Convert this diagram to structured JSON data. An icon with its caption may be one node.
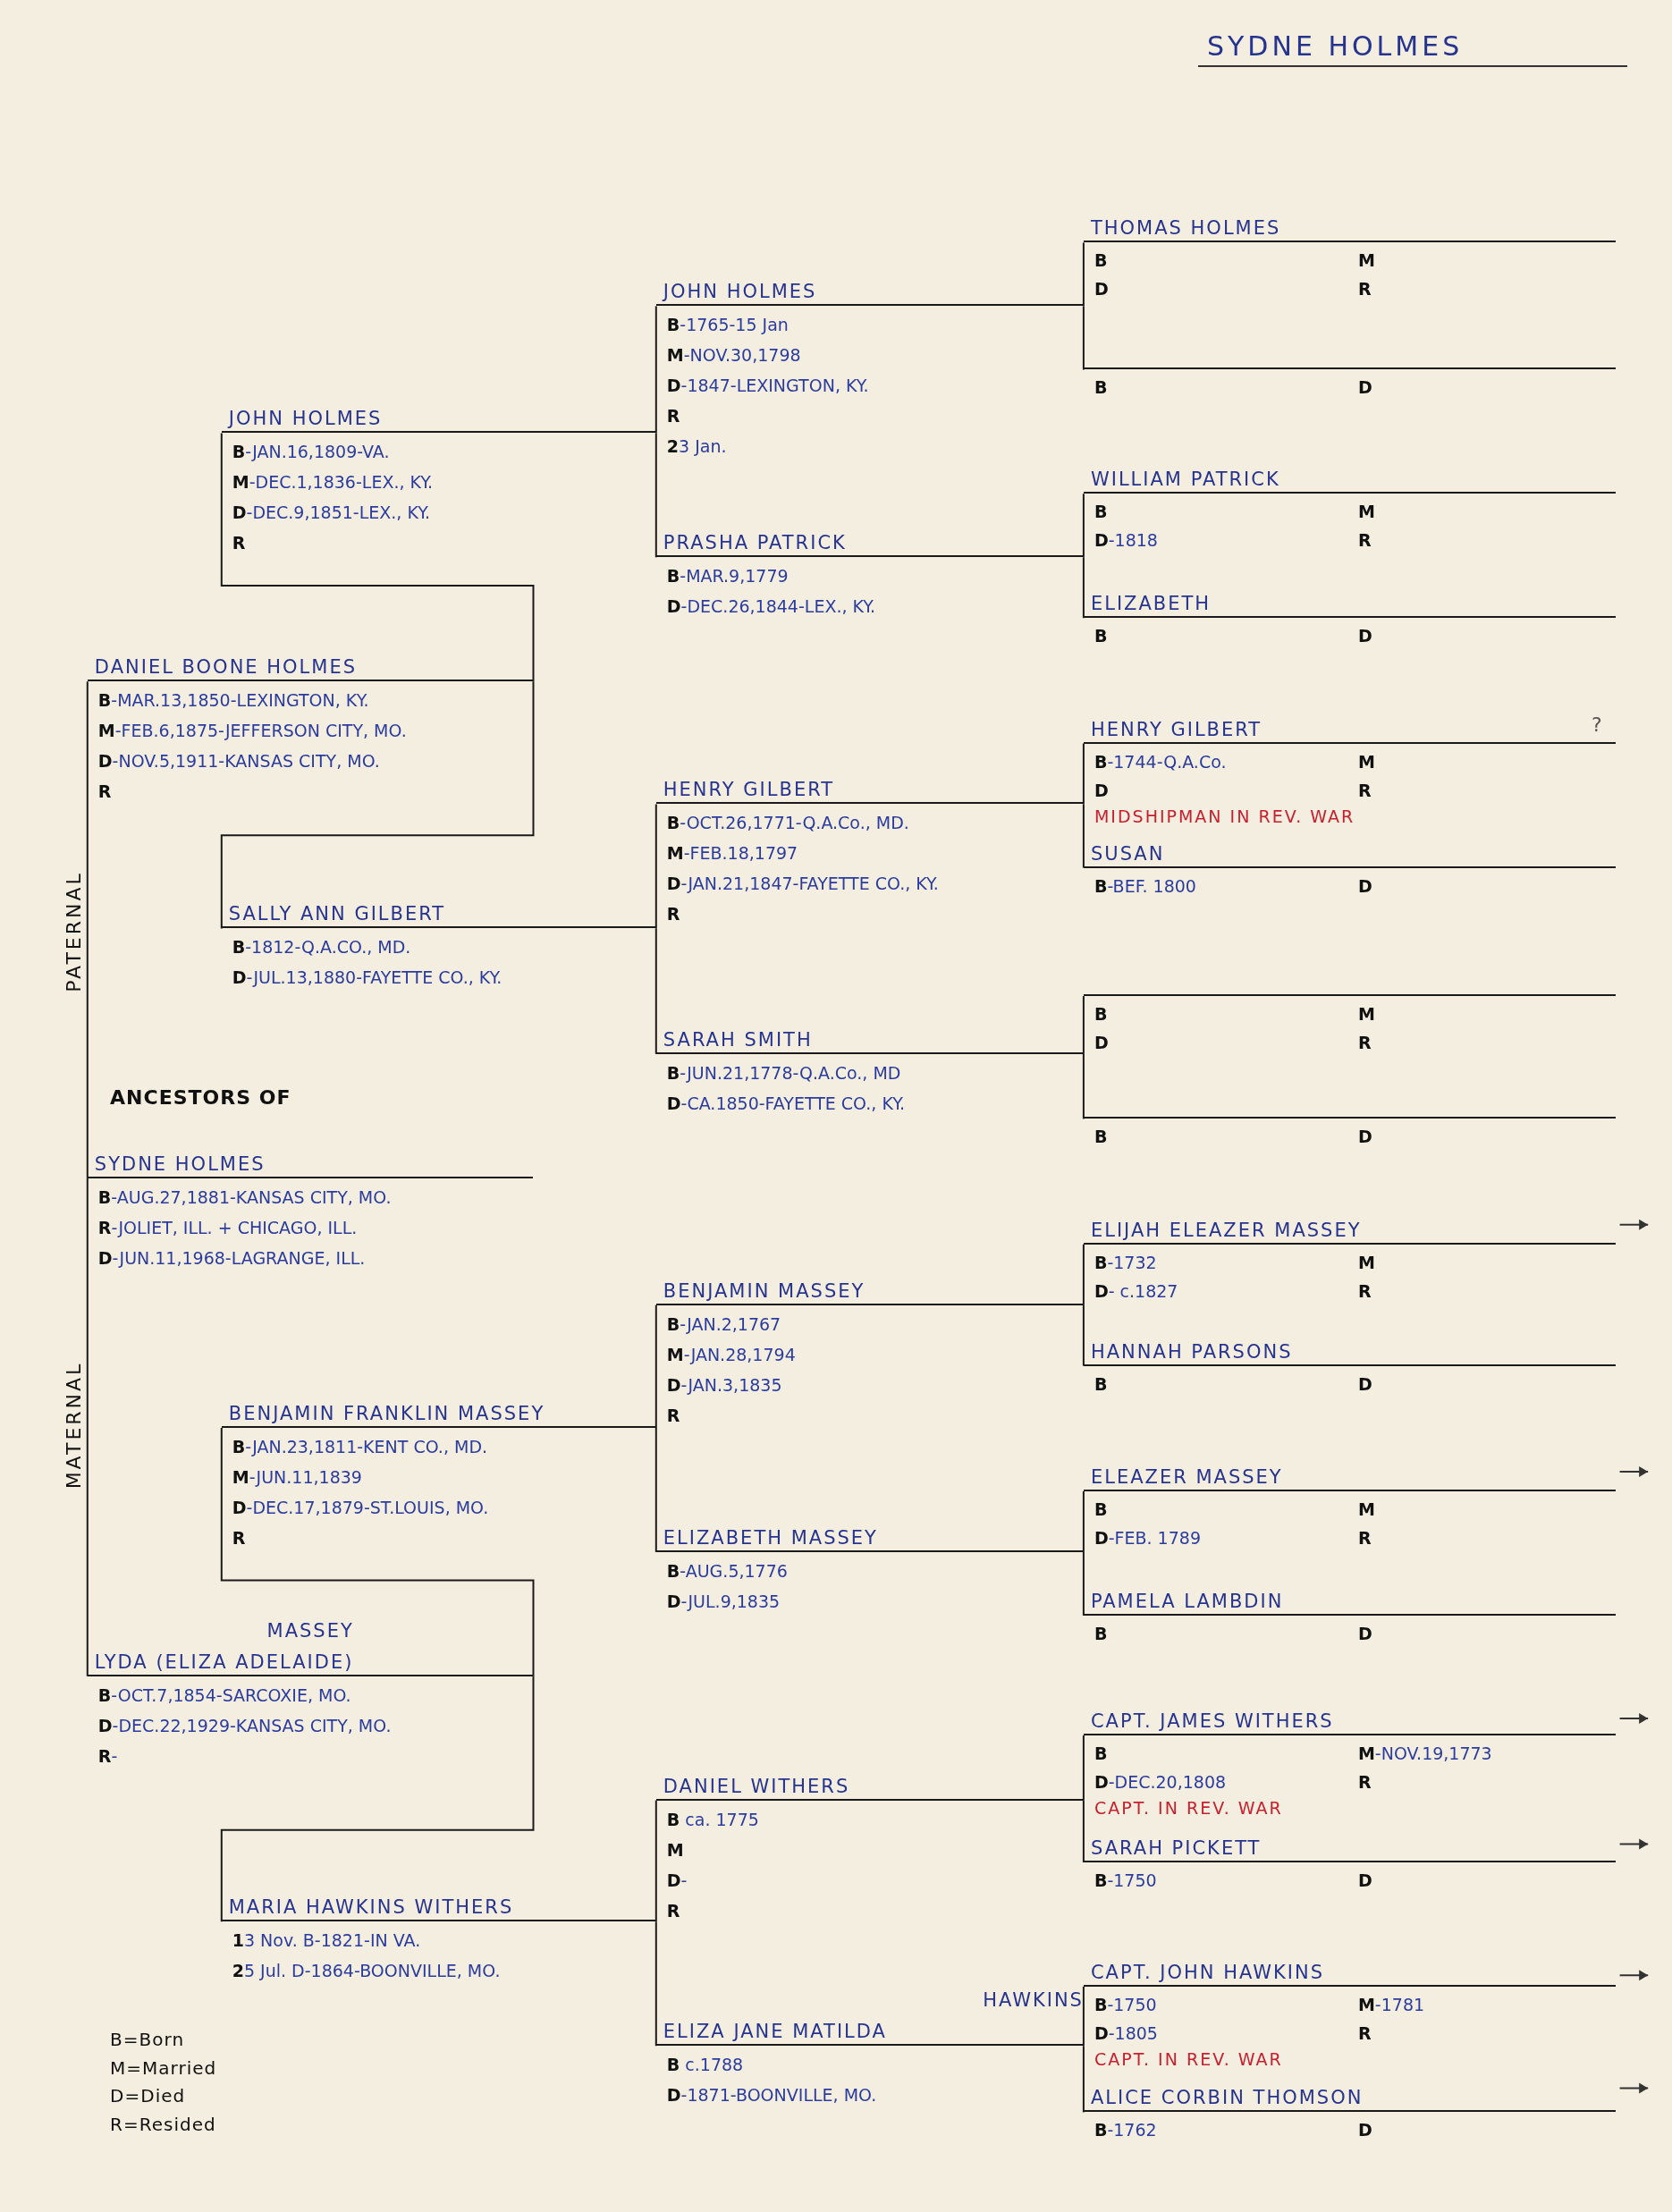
{
  "diagram": {
    "title": "SYDNE HOLMES",
    "nodes": [
      {
        "text": [
          "THOMAS HOLMES",
          "B",
          "M",
          "D",
          "R"
        ]
      },
      {
        "text": [
          "B",
          "D"
        ]
      },
      {
        "text": [
          "JOHN HOLMES",
          "B-1765-15 Jan",
          "M-NOV.30,1798",
          "D-1847-LEXINGTON, KY.",
          "R",
          "23 Jan."
        ]
      },
      {
        "text": [
          "JOHN HOLMES",
          "B-JAN.16,1809-VA.",
          "M-DEC.1,1836-LEX., KY.",
          "D-DEC.9,1851-LEX., KY.",
          "R"
        ]
      },
      {
        "text": [
          "WILLIAM PATRICK",
          "B",
          "M",
          "D-1818",
          "R"
        ]
      },
      {
        "text": [
          "PRASHA PATRICK",
          "B-MAR.9,1779",
          "D-DEC.26,1844-LEX., KY."
        ]
      },
      {
        "text": [
          "ELIZABETH",
          "B",
          "D"
        ]
      },
      {
        "text": [
          "DANIEL BOONE HOLMES",
          "B-MAR.13,1850-LEXINGTON, KY.",
          "M-FEB.6,1875-JEFFERSON CITY, MO.",
          "D-NOV.5,1911-KANSAS CITY, MO.",
          "R"
        ]
      },
      {
        "text": [
          "HENRY GILBERT",
          "B-1744-Q.A.Co.",
          "M",
          "D",
          "R"
        ],
        "beside": [
          "MIDSHIPMAN IN REV. WAR"
        ]
      },
      {
        "text": [
          "HENRY GILBERT",
          "B-OCT.26,1771-Q.A.Co., MD.",
          "M-FEB.18,1797",
          "D-JAN.21,1847-FAYETTE CO., KY.",
          "R"
        ]
      },
      {
        "text": [
          "SUSAN",
          "B-BEF. 1800",
          "D"
        ]
      },
      {
        "text": [
          "SALLY ANN GILBERT",
          "B-1812-Q.A.CO., MD.",
          "D-JUL.13,1880-FAYETTE CO., KY."
        ]
      },
      {
        "text": [
          "B",
          "M",
          "D",
          "R"
        ]
      },
      {
        "text": [
          "SARAH SMITH",
          "B-JUN.21,1778-Q.A.Co., MD",
          "D-CA.1850-FAYETTE CO., KY."
        ]
      },
      {
        "text": [
          "B",
          "D"
        ]
      },
      {
        "text": [
          "SYDNE HOLMES",
          "B-AUG.27,1881-KANSAS CITY, MO.",
          "R-JOLIET, ILL. + CHICAGO, ILL.",
          "D-JUN.11,1968-LAGRANGE, ILL."
        ]
      },
      {
        "text": [
          "ELIJAH ELEAZER MASSEY",
          "B-1732",
          "M",
          "D- c.1827",
          "R"
        ]
      },
      {
        "text": [
          "BENJAMIN MASSEY",
          "B-JAN.2,1767",
          "M-JAN.28,1794",
          "D-JAN.3,1835",
          "R"
        ]
      },
      {
        "text": [
          "HANNAH PARSONS",
          "B",
          "D"
        ]
      },
      {
        "text": [
          "BENJAMIN FRANKLIN MASSEY",
          "B-JAN.23,1811-KENT CO., MD.",
          "M-JUN.11,1839",
          "D-DEC.17,1879-ST.LOUIS, MO.",
          "R"
        ]
      },
      {
        "text": [
          "ELEAZER MASSEY",
          "B",
          "M",
          "D-FEB. 1789",
          "R"
        ]
      },
      {
        "text": [
          "ELIZABETH MASSEY",
          "B-AUG.5,1776",
          "D-JUL.9,1835"
        ]
      },
      {
        "text": [
          "PAMELA LAMBDIN",
          "B",
          "D"
        ]
      },
      {
        "text": [
          "MASSEY",
          "LYDA (ELIZA ADELAIDE)",
          "B-OCT.7,1854-SARCOXIE, MO.",
          "D-DEC.22,1929-KANSAS CITY, MO.",
          "R-"
        ]
      },
      {
        "text": [
          "CAPT. JAMES WITHERS",
          "B",
          "M-NOV.19,1773",
          "D-DEC.20,1808",
          "R"
        ],
        "beside": [
          "CAPT. IN REV. WAR"
        ]
      },
      {
        "text": [
          "DANIEL WITHERS",
          "B ca. 1775",
          "M",
          "D-",
          "R"
        ]
      },
      {
        "text": [
          "SARAH PICKETT",
          "B-1750",
          "D"
        ]
      },
      {
        "text": [
          "MARIA HAWKINS WITHERS",
          "13 Nov. B-1821-IN VA.",
          "25 Jul. D-1864-BOONVILLE, MO."
        ]
      },
      {
        "text": [
          "CAPT. JOHN HAWKINS",
          "B-1750",
          "M-1781",
          "D-1805",
          "R"
        ],
        "beside": [
          "CAPT. IN REV. WAR"
        ]
      },
      {
        "text": [
          "HAWKINS",
          "ELIZA JANE MATILDA",
          "B c.1788",
          "D-1871-BOONVILLE, MO."
        ]
      },
      {
        "text": [
          "ALICE CORBIN THOMSON",
          "B-1762",
          "D"
        ]
      }
    ],
    "edges": [
      {
        "from": 15,
        "to": 7,
        "arrow": "none"
      },
      {
        "from": 15,
        "to": 23,
        "arrow": "none"
      },
      {
        "from": 7,
        "to": 3,
        "arrow": "none"
      },
      {
        "from": 7,
        "to": 11,
        "arrow": "none"
      },
      {
        "from": 23,
        "to": 19,
        "arrow": "none"
      },
      {
        "from": 23,
        "to": 27,
        "arrow": "none"
      },
      {
        "from": 3,
        "to": 2,
        "arrow": "none"
      },
      {
        "from": 3,
        "to": 5,
        "arrow": "none"
      },
      {
        "from": 11,
        "to": 9,
        "arrow": "none"
      },
      {
        "from": 11,
        "to": 13,
        "arrow": "none"
      },
      {
        "from": 19,
        "to": 17,
        "arrow": "none"
      },
      {
        "from": 19,
        "to": 21,
        "arrow": "none"
      },
      {
        "from": 27,
        "to": 25,
        "arrow": "none"
      },
      {
        "from": 27,
        "to": 29,
        "arrow": "none"
      },
      {
        "from": 2,
        "to": 0,
        "arrow": "none"
      },
      {
        "from": 2,
        "to": 1,
        "arrow": "none"
      },
      {
        "from": 5,
        "to": 4,
        "arrow": "none"
      },
      {
        "from": 5,
        "to": 6,
        "arrow": "none"
      },
      {
        "from": 9,
        "to": 8,
        "arrow": "none"
      },
      {
        "from": 9,
        "to": 10,
        "arrow": "none"
      },
      {
        "from": 13,
        "to": 12,
        "arrow": "none"
      },
      {
        "from": 13,
        "to": 14,
        "arrow": "none"
      },
      {
        "from": 17,
        "to": 16,
        "arrow": "none"
      },
      {
        "from": 17,
        "to": 18,
        "arrow": "none"
      },
      {
        "from": 21,
        "to": 20,
        "arrow": "none"
      },
      {
        "from": 21,
        "to": 22,
        "arrow": "none"
      },
      {
        "from": 25,
        "to": 24,
        "arrow": "none"
      },
      {
        "from": 25,
        "to": 26,
        "arrow": "none"
      },
      {
        "from": 29,
        "to": 28,
        "arrow": "none"
      },
      {
        "from": 29,
        "to": 30,
        "arrow": "none"
      }
    ],
    "labels": [
      "?",
      "PATERNAL",
      "ANCESTORS OF",
      "MATERNAL",
      "B=Born",
      "M=Married",
      "D=Died",
      "R=Resided"
    ]
  }
}
